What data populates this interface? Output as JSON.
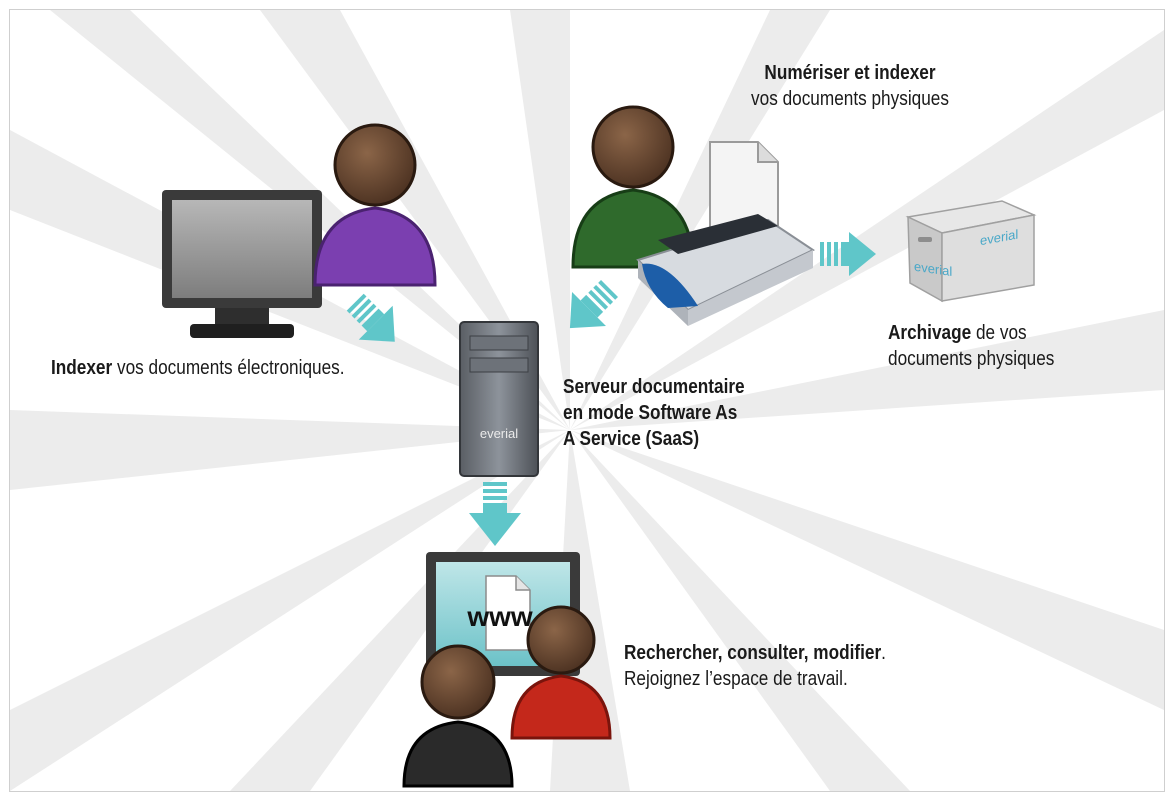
{
  "captions": {
    "scan": {
      "title": "Numériser et indexer",
      "text": "vos documents physiques"
    },
    "index": {
      "title": "Indexer",
      "text": " vos documents électroniques."
    },
    "archive": {
      "title": "Archivage",
      "text": " de vos",
      "line2": "documents physiques"
    },
    "server": {
      "line1": "Serveur documentaire",
      "line2": "en mode Software As",
      "line3": "A Service (SaaS)"
    },
    "search": {
      "title": "Rechercher, consulter, modifier",
      "punct": ".",
      "line2": "Rejoignez l’espace de travail."
    }
  },
  "logos": {
    "brand": "everial"
  },
  "browser": {
    "label": "www"
  },
  "colors": {
    "purple_user": "#7b3fb0",
    "green_user": "#2f6a2c",
    "red_user": "#c4281b",
    "dark_user": "#2a2a2a",
    "skin": "#6a4a33",
    "arrow": "#5fc6c9",
    "scanner_blue": "#1d5ea8"
  },
  "icons": [
    "user-icon",
    "monitor-icon",
    "server-icon",
    "scanner-icon",
    "document-icon",
    "archive-box-icon",
    "arrow-icon",
    "browser-monitor-icon"
  ]
}
